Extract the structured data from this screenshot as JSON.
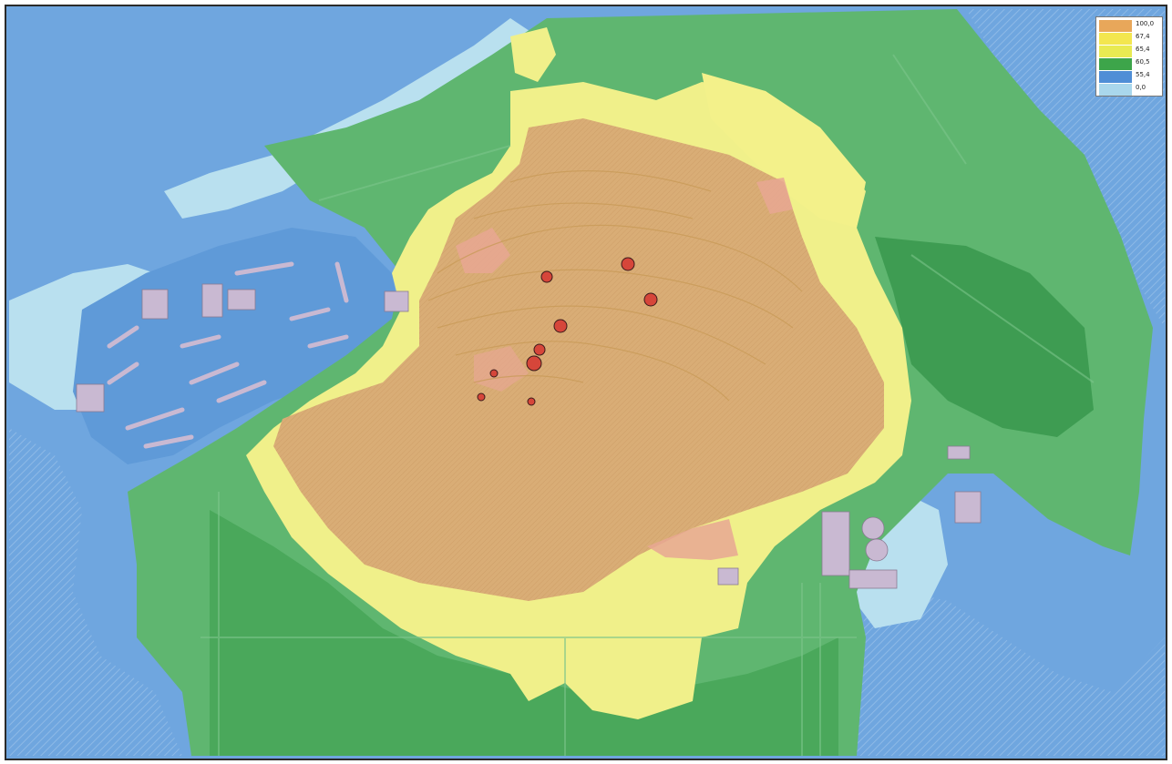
{
  "legend": {
    "entries": [
      {
        "label": "100,0",
        "color": "#e8a75a"
      },
      {
        "label": "67,4",
        "color": "#f3e64f"
      },
      {
        "label": "65,4",
        "color": "#e8ea52"
      },
      {
        "label": "60,5",
        "color": "#3da54a"
      },
      {
        "label": "55,4",
        "color": "#4f8ed6"
      },
      {
        "label": "0,0",
        "color": "#a9d7ec"
      }
    ]
  },
  "colors": {
    "frame": "#2a2a2a",
    "water_blue": "#6fa6df",
    "light_blue": "#b9e0ef",
    "green": "#5fb670",
    "dark_green": "#3e9c52",
    "light_yellow": "#f0f08a",
    "yellow": "#e9ec67",
    "orange": "#d8ae77",
    "pink": "#e7a793",
    "hotspot": "#d6463a",
    "building": "#c9b9d2"
  }
}
